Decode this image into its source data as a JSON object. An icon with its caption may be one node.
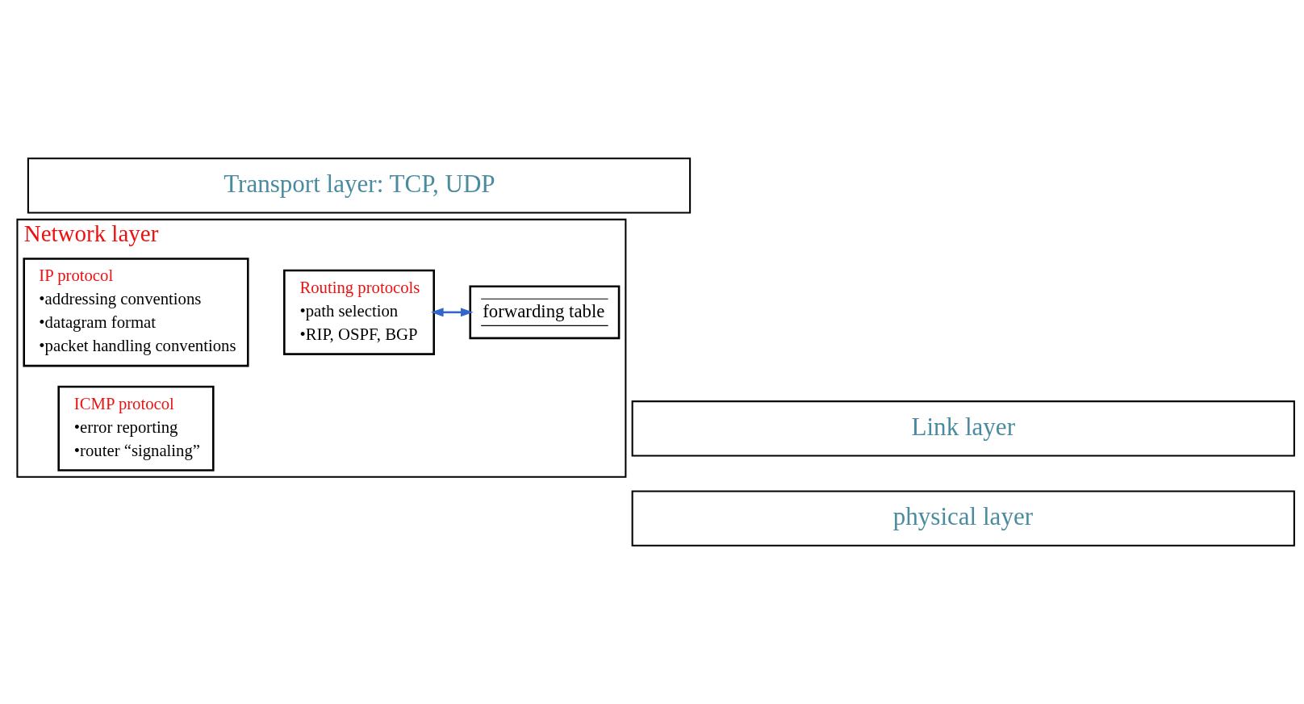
{
  "diagram": {
    "nodes": [
      {
        "text": [
          "Transport layer: TCP, UDP"
        ]
      },
      {
        "text": [
          "Network layer"
        ]
      },
      {
        "text": [
          "Routing protocols",
          "•path selection",
          "•RIP, OSPF, BGP"
        ],
        "in": 1
      },
      {
        "text": [
          "forwarding table"
        ],
        "in": 1
      },
      {
        "text": [
          "IP protocol",
          "•addressing conventions",
          "•datagram format",
          "•packet handling conventions"
        ],
        "in": 1
      },
      {
        "text": [
          "ICMP protocol",
          "•error reporting",
          "•router “signaling”"
        ],
        "in": 1
      },
      {
        "text": [
          "Link layer"
        ]
      },
      {
        "text": [
          "physical layer"
        ]
      }
    ],
    "edges": [
      {
        "from": 2,
        "to": 3,
        "arrow": "both",
        "color": "#3366cc"
      }
    ]
  }
}
